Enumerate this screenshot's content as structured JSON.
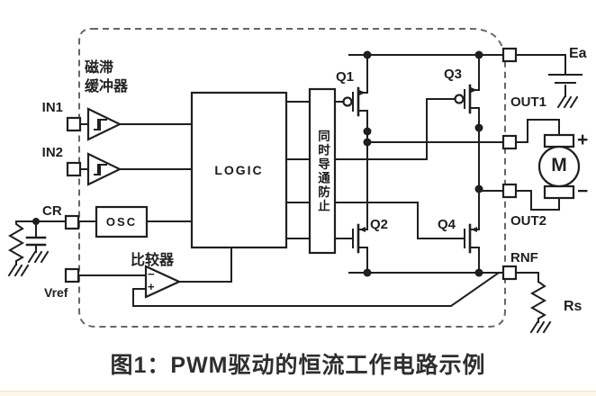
{
  "caption": "图1：PWM驱动的恒流工作电路示例",
  "pins": {
    "in1": "IN1",
    "in2": "IN2",
    "cr": "CR",
    "vref": "Vref",
    "ea": "Ea",
    "out1": "OUT1",
    "out2": "OUT2",
    "rnf": "RNF"
  },
  "blocks": {
    "hysteresis_buffer_line1": "磁滞",
    "hysteresis_buffer_line2": "缓冲器",
    "osc": "OSC",
    "logic": "LOGIC",
    "comparator": "比较器",
    "shoot_through_prevention": "同时导通防止"
  },
  "transistors": {
    "q1": "Q1",
    "q2": "Q2",
    "q3": "Q3",
    "q4": "Q4"
  },
  "external_components": {
    "sense_resistor": "Rs",
    "motor": "M",
    "motor_plus": "+",
    "motor_minus": "−"
  },
  "comparator_inputs": {
    "inverting": "−",
    "noninverting": "+"
  },
  "colors": {
    "wire": "#1f1f1f",
    "dashed_border": "#666666",
    "caption_text": "#2e2e2e",
    "bottom_strip_bg": "#fdf5e4",
    "bottom_strip_border": "#f2e0c2",
    "background": "#ffffff"
  }
}
